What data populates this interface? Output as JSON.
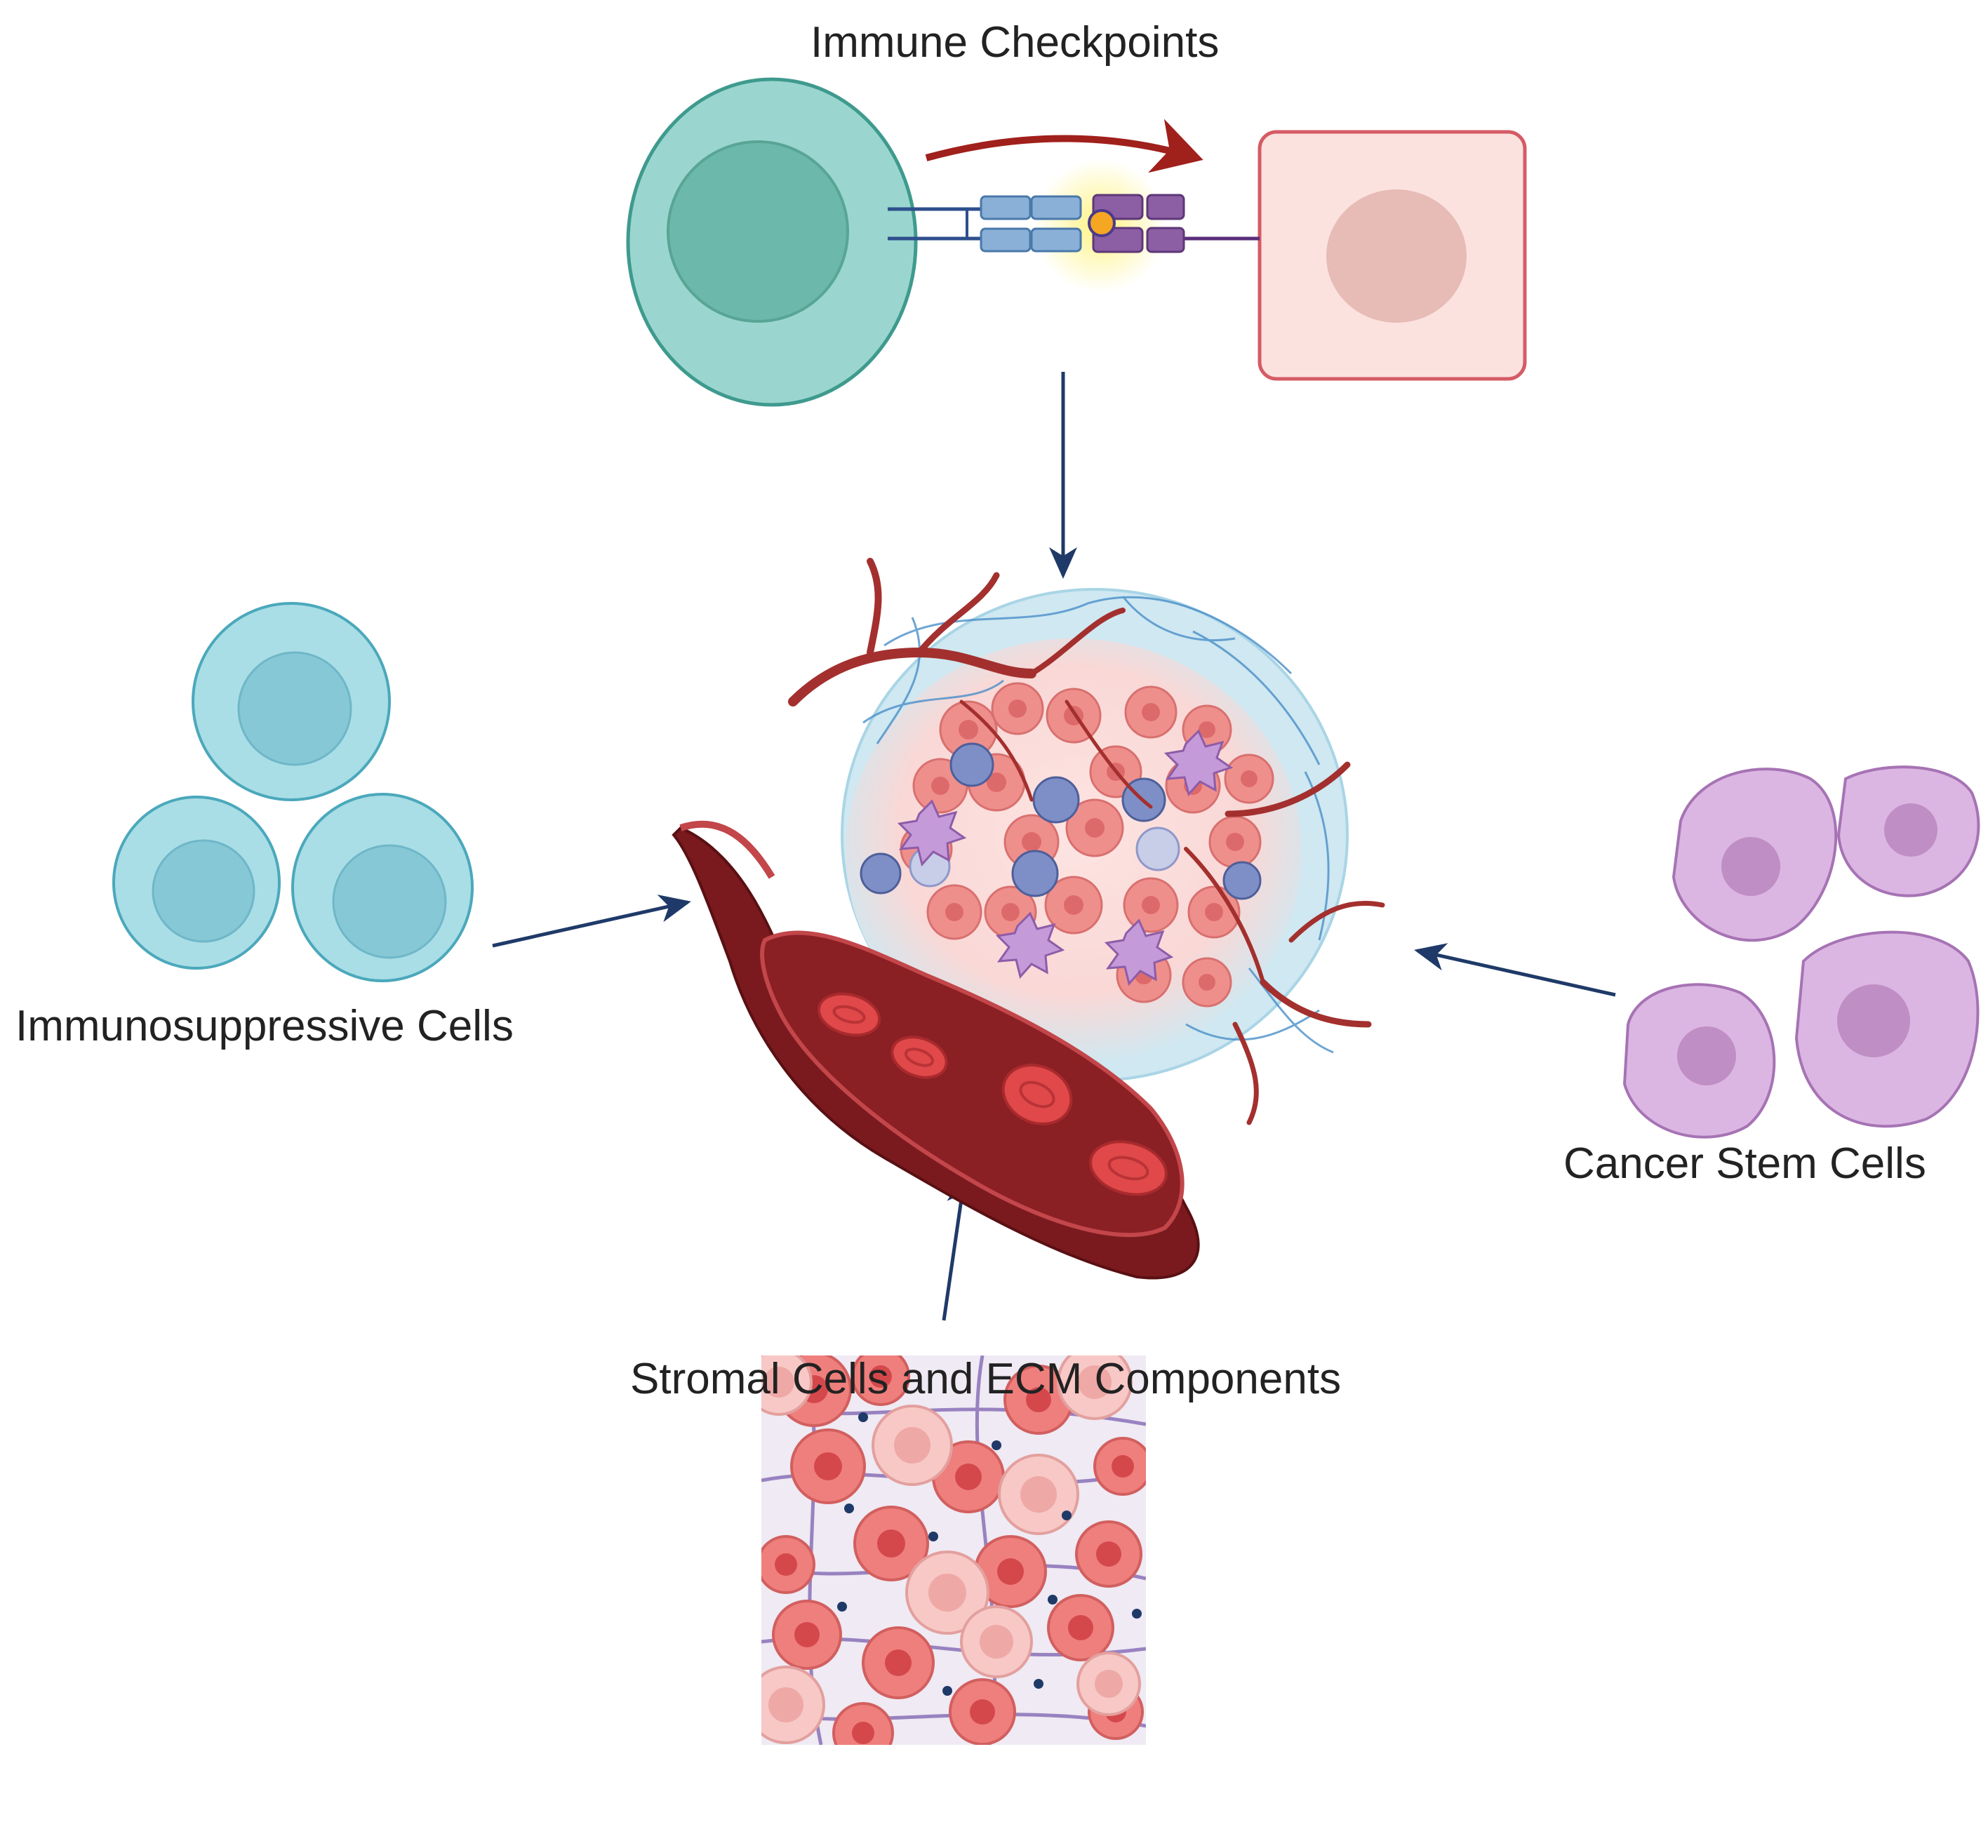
{
  "labels": {
    "immune_checkpoints": "Immune Checkpoints",
    "immunosuppressive_cells": "Immunosuppressive Cells",
    "cancer_stem_cells": "Cancer Stem Cells",
    "stromal_ecm": "Stromal Cells and ECM Components"
  },
  "colors": {
    "arrow": "#1f3a68",
    "checkpoint_arrow": "#a0201c",
    "t_cell": "#9ad6cf",
    "t_cell_nucleus": "#6cb9ab",
    "tumor_cell_box": "#fbe2df",
    "tumor_cell_nucleus": "#e7bbb6",
    "immunosuppressive_cell": "#a9dee6",
    "immunosuppressive_nucleus": "#86c8d6",
    "cancer_stem_cell": "#dcb6e3",
    "cancer_stem_nucleus": "#bf8ec4",
    "vessel": "#7a1a1e",
    "red_blood_cell": "#e0484a",
    "cancer_cell": "#ef8f8c",
    "tme_halo": "#cfe8f1"
  }
}
